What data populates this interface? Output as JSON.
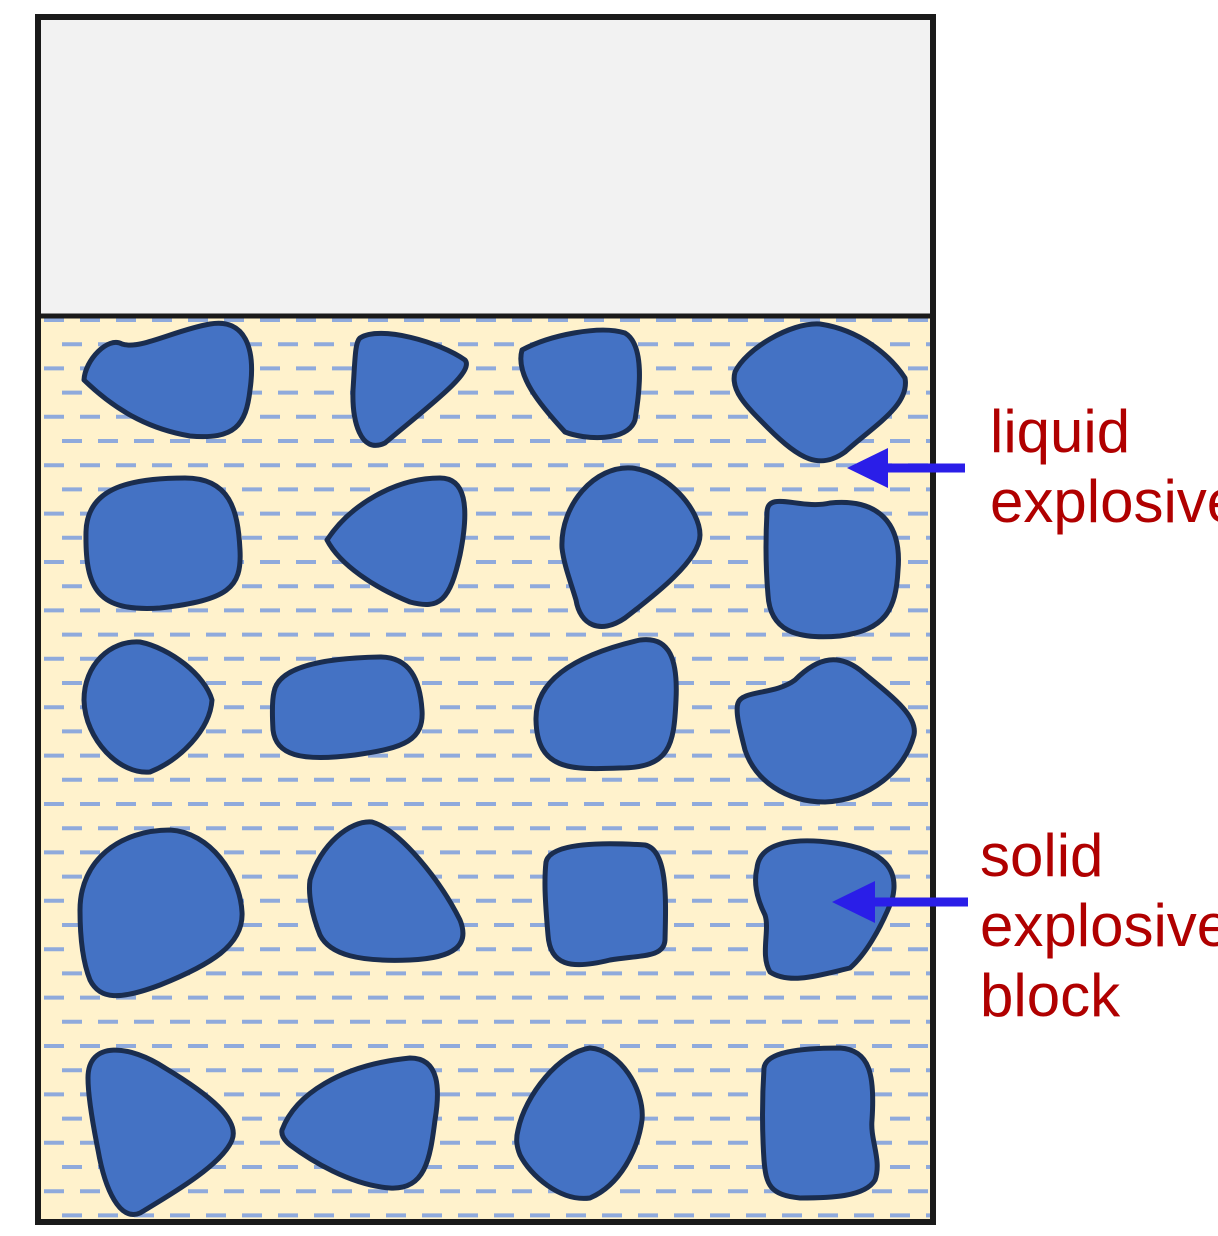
{
  "labels": {
    "liquid": [
      "liquid",
      "explosive"
    ],
    "solid": [
      "solid",
      "explosive",
      "block"
    ]
  },
  "colors": {
    "container_outline": "#1a1a1a",
    "headspace": "#f2f2f2",
    "liquid_fill": "#fff2cc",
    "liquid_dash": "#8faadc",
    "block_fill": "#4472c4",
    "block_outline": "#1a2d4f",
    "arrow": "#2a1ee8",
    "label_text": "#b00000"
  }
}
